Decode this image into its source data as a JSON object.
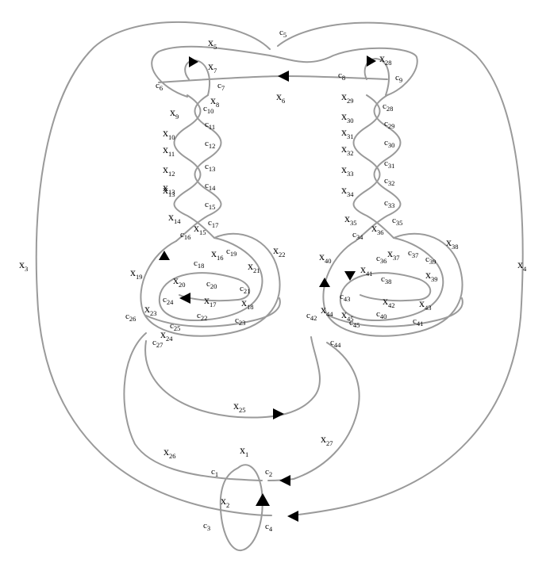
{
  "labels": {
    "x1": "x",
    "x1_sub": "1",
    "x2": "x",
    "x2_sub": "2",
    "x3": "x",
    "x3_sub": "3",
    "x4": "x",
    "x4_sub": "4",
    "x5": "x",
    "x5_sub": "5",
    "x6": "x",
    "x6_sub": "6",
    "x7": "x",
    "x7_sub": "7",
    "x8": "x",
    "x8_sub": "8",
    "x9": "x",
    "x9_sub": "9",
    "x10": "x",
    "x10_sub": "10",
    "x11": "x",
    "x11_sub": "11",
    "x12": "x",
    "x12_sub": "12",
    "x13a": "x",
    "x13a_sub": "13",
    "x13b": "x",
    "x13b_sub": "13",
    "x14": "x",
    "x14_sub": "14",
    "x15": "x",
    "x15_sub": "15",
    "x16": "x",
    "x16_sub": "16",
    "x17": "x",
    "x17_sub": "17",
    "x18": "x",
    "x18_sub": "18",
    "x19": "x",
    "x19_sub": "19",
    "x20": "x",
    "x20_sub": "20",
    "x21": "x",
    "x21_sub": "21",
    "x22": "x",
    "x22_sub": "22",
    "x23": "x",
    "x23_sub": "23",
    "x24": "x",
    "x24_sub": "24",
    "x25": "x",
    "x25_sub": "25",
    "x26": "x",
    "x26_sub": "26",
    "x27": "x",
    "x27_sub": "27",
    "x28": "x",
    "x28_sub": "28",
    "x29": "x",
    "x29_sub": "29",
    "x30": "x",
    "x30_sub": "30",
    "x31": "x",
    "x31_sub": "31",
    "x32": "x",
    "x32_sub": "32",
    "x33": "x",
    "x33_sub": "33",
    "x34": "x",
    "x34_sub": "34",
    "x35": "x",
    "x35_sub": "35",
    "x36": "x",
    "x36_sub": "36",
    "x37": "x",
    "x37_sub": "37",
    "x38": "x",
    "x38_sub": "38",
    "x39": "x",
    "x39_sub": "39",
    "x40": "x",
    "x40_sub": "40",
    "x41": "x",
    "x41_sub": "41",
    "x42": "x",
    "x42_sub": "42",
    "x43": "x",
    "x43_sub": "43",
    "x44": "x",
    "x44_sub": "44",
    "x45": "x",
    "x45_sub": "45",
    "c1": "c",
    "c1_sub": "1",
    "c2": "c",
    "c2_sub": "2",
    "c3": "c",
    "c3_sub": "3",
    "c4": "c",
    "c4_sub": "4",
    "c5": "c",
    "c5_sub": "5",
    "c6": "c",
    "c6_sub": "6",
    "c7": "c",
    "c7_sub": "7",
    "c8": "c",
    "c8_sub": "8",
    "c9": "c",
    "c9_sub": "9",
    "c10": "c",
    "c10_sub": "10",
    "c11": "c",
    "c11_sub": "11",
    "c12": "c",
    "c12_sub": "12",
    "c13": "c",
    "c13_sub": "13",
    "c14": "c",
    "c14_sub": "14",
    "c15": "c",
    "c15_sub": "15",
    "c16": "c",
    "c16_sub": "16",
    "c17": "c",
    "c17_sub": "17",
    "c18": "c",
    "c18_sub": "18",
    "c19": "c",
    "c19_sub": "19",
    "c20": "c",
    "c20_sub": "20",
    "c21": "c",
    "c21_sub": "21",
    "c22": "c",
    "c22_sub": "22",
    "c23": "c",
    "c23_sub": "23",
    "c24": "c",
    "c24_sub": "24",
    "c25": "c",
    "c25_sub": "25",
    "c26": "c",
    "c26_sub": "26",
    "c27": "c",
    "c27_sub": "27",
    "c28": "c",
    "c28_sub": "28",
    "c29": "c",
    "c29_sub": "29",
    "c30": "c",
    "c30_sub": "30",
    "c31": "c",
    "c31_sub": "31",
    "c32": "c",
    "c32_sub": "32",
    "c33": "c",
    "c33_sub": "33",
    "c34": "c",
    "c34_sub": "34",
    "c35": "c",
    "c35_sub": "35",
    "c36": "c",
    "c36_sub": "36",
    "c37": "c",
    "c37_sub": "37",
    "c38": "c",
    "c38_sub": "38",
    "c39": "c",
    "c39_sub": "39",
    "c40": "c",
    "c40_sub": "40",
    "c41": "c",
    "c41_sub": "41",
    "c42": "c",
    "c42_sub": "42",
    "c43": "c",
    "c43_sub": "43",
    "c44": "c",
    "c44_sub": "44",
    "c45": "c",
    "c45_sub": "45"
  },
  "colors": {
    "strand": "#9a9a9a",
    "arrow": "#000000",
    "text": "#000000",
    "background": "#ffffff"
  }
}
